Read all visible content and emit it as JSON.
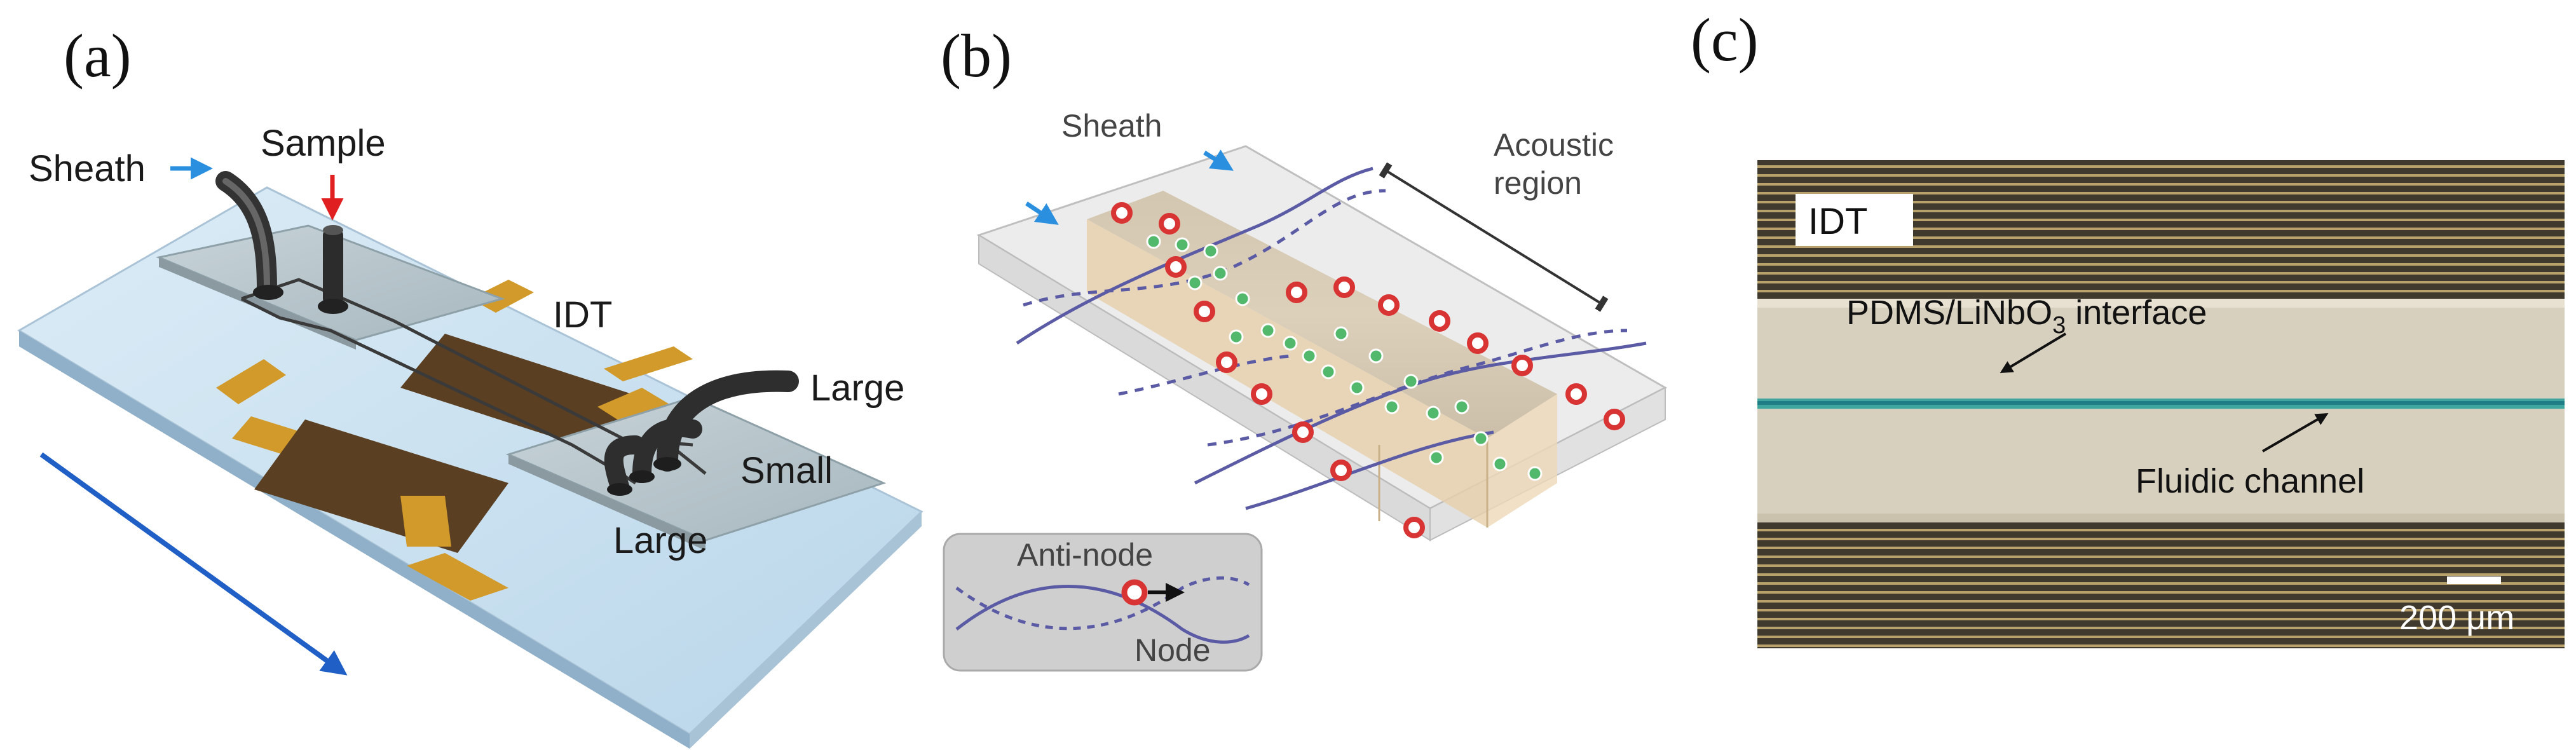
{
  "panels": {
    "a": {
      "letter": "(a)",
      "labels": {
        "sheath": "Sheath",
        "sample": "Sample",
        "idt": "IDT",
        "large_top": "Large",
        "small": "Small",
        "large_bottom": "Large"
      }
    },
    "b": {
      "letter": "(b)",
      "labels": {
        "sheath": "Sheath",
        "acoustic_line1": "Acoustic",
        "acoustic_line2": "region",
        "anti_node": "Anti-node",
        "node": "Node"
      }
    },
    "c": {
      "letter": "(c)",
      "labels": {
        "idt": "IDT",
        "interface_prefix": "PDMS/LiNbO",
        "interface_sub": "3",
        "interface_suffix": " interface",
        "channel": "Fluidic channel",
        "scale": "200 μm"
      }
    }
  },
  "colors": {
    "blue_arrow": "#2b8fe0",
    "red_arrow": "#e02020",
    "electrode": "#d19a2a",
    "electrode_dark": "#5a3f22",
    "particle_red": "#d93434",
    "particle_green": "#52b86b"
  }
}
